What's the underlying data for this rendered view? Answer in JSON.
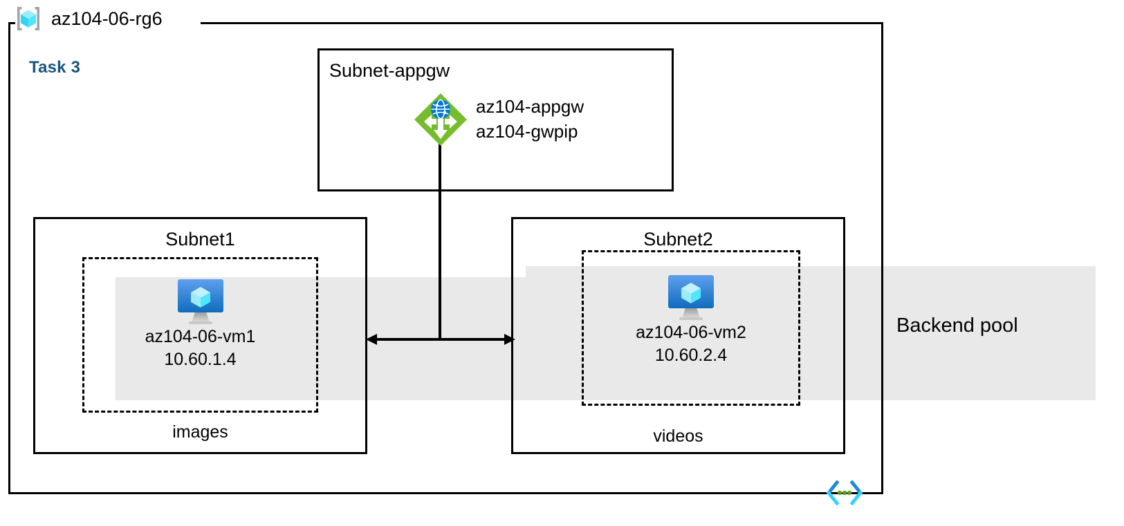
{
  "diagram": {
    "title": "az104-06-rg6",
    "task_label": "Task 3",
    "task_color": "#19557f",
    "resource_group_icon": "resource-group-cube-icon",
    "code_icon": "code-brackets-icon",
    "border_color": "#000000",
    "band_color": "#e9e9e9"
  },
  "appgw_subnet": {
    "title": "Subnet-appgw",
    "icon": "application-gateway-icon",
    "icon_color": "#76bc2d",
    "labels": [
      "az104-appgw",
      "az104-gwpip"
    ]
  },
  "subnet1": {
    "title": "Subnet1",
    "caption": "images",
    "vm": {
      "icon": "virtual-machine-icon",
      "name": "az104-06-vm1",
      "ip": "10.60.1.4"
    }
  },
  "subnet2": {
    "title": "Subnet2",
    "caption": "videos",
    "vm": {
      "icon": "virtual-machine-icon",
      "name": "az104-06-vm2",
      "ip": "10.60.2.4"
    }
  },
  "backend_pool": {
    "label": "Backend pool"
  }
}
